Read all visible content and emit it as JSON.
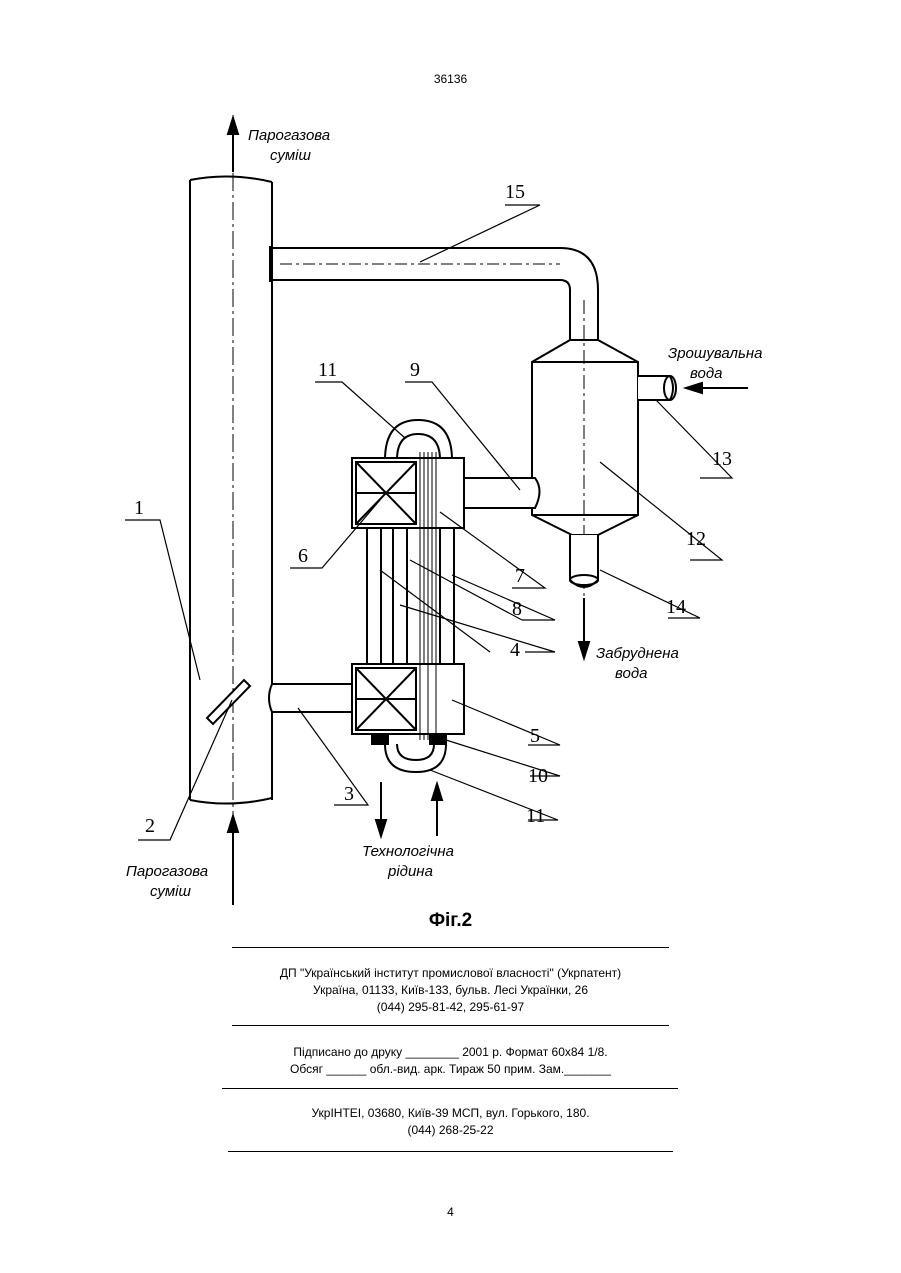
{
  "page_number_top": "36136",
  "figure": {
    "labels": {
      "top_left_1": "Парогазова",
      "top_left_2": "суміш",
      "bottom_left_1": "Парогазова",
      "bottom_left_2": "суміш",
      "right_water_1": "Зрошувальна",
      "right_water_2": "вода",
      "dirty_water_1": "Забруднена",
      "dirty_water_2": "вода",
      "tech_liquid_1": "Технологічна",
      "tech_liquid_2": "рідина"
    },
    "numbers": {
      "n1": "1",
      "n2": "2",
      "n3": "3",
      "n4": "4",
      "n5": "5",
      "n6": "6",
      "n7": "7",
      "n8": "8",
      "n9": "9",
      "n10": "10",
      "n11a": "11",
      "n11b": "11",
      "n12": "12",
      "n13": "13",
      "n14": "14",
      "n15": "15"
    },
    "caption": "Фіг.2"
  },
  "imprint": {
    "line1": "ДП \"Український інститут промислової власності\" (Укрпатент)",
    "line2": "Україна, 01133, Київ-133, бульв. Лесі Українки, 26",
    "line3": "(044) 295-81-42, 295-61-97",
    "line4": "Підписано до друку ________ 2001 р.    Формат 60х84 1/8.",
    "line5": "Обсяг ______ обл.-вид. арк.   Тираж 50 прим.    Зам._______",
    "line6": "УкрІНТЕІ, 03680, Київ-39 МСП, вул. Горького, 180.",
    "line7": "(044) 268-25-22"
  },
  "page_number_bottom": "4"
}
